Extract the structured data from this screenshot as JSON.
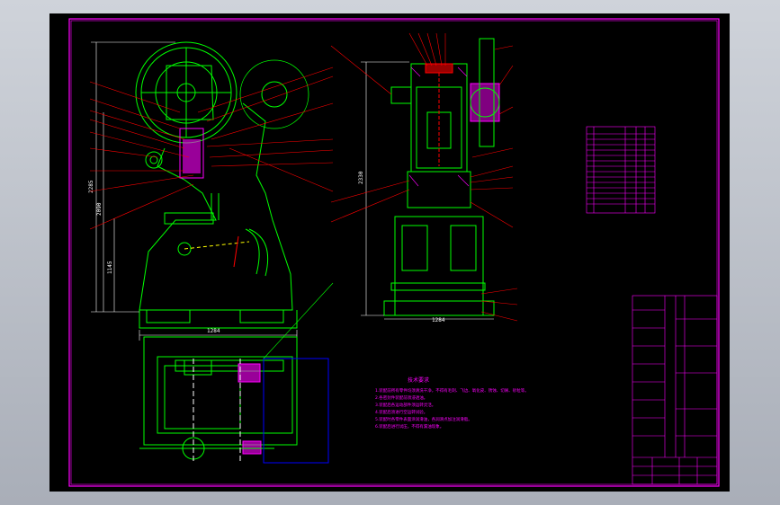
{
  "colors": {
    "background": "#000000",
    "frame": "#ff00ff",
    "geometry": "#00ff00",
    "leader": "#ff0000",
    "hatch": "#ff00ff",
    "dims": "#ffffff",
    "notes": "#ff00ff",
    "handwheel": "#ffff00",
    "blue": "#0000ff"
  },
  "dimensions": {
    "front_width": "1284",
    "side_width": "1284",
    "height_total": "2285",
    "height_mid": "2090",
    "height_table": "1145",
    "side_height": "2330"
  },
  "notes": {
    "title": "技术要求",
    "lines": [
      "1.装配前所有零件均须清洗干净，不得有毛刺、飞边、氧化皮、锈蚀、切屑、砂粒等。",
      "2.各密封件装配前须浸透油。",
      "3.装配后各运动部件须运转灵活。",
      "4.装配后须进行空运转试验。",
      "5.装配时各零件表面涂润滑油，各润滑点加注润滑脂。",
      "6.装配后进行试压，不得有漏油现象。"
    ]
  },
  "icons": [
    "handwheel-icon",
    "flywheel-icon"
  ]
}
